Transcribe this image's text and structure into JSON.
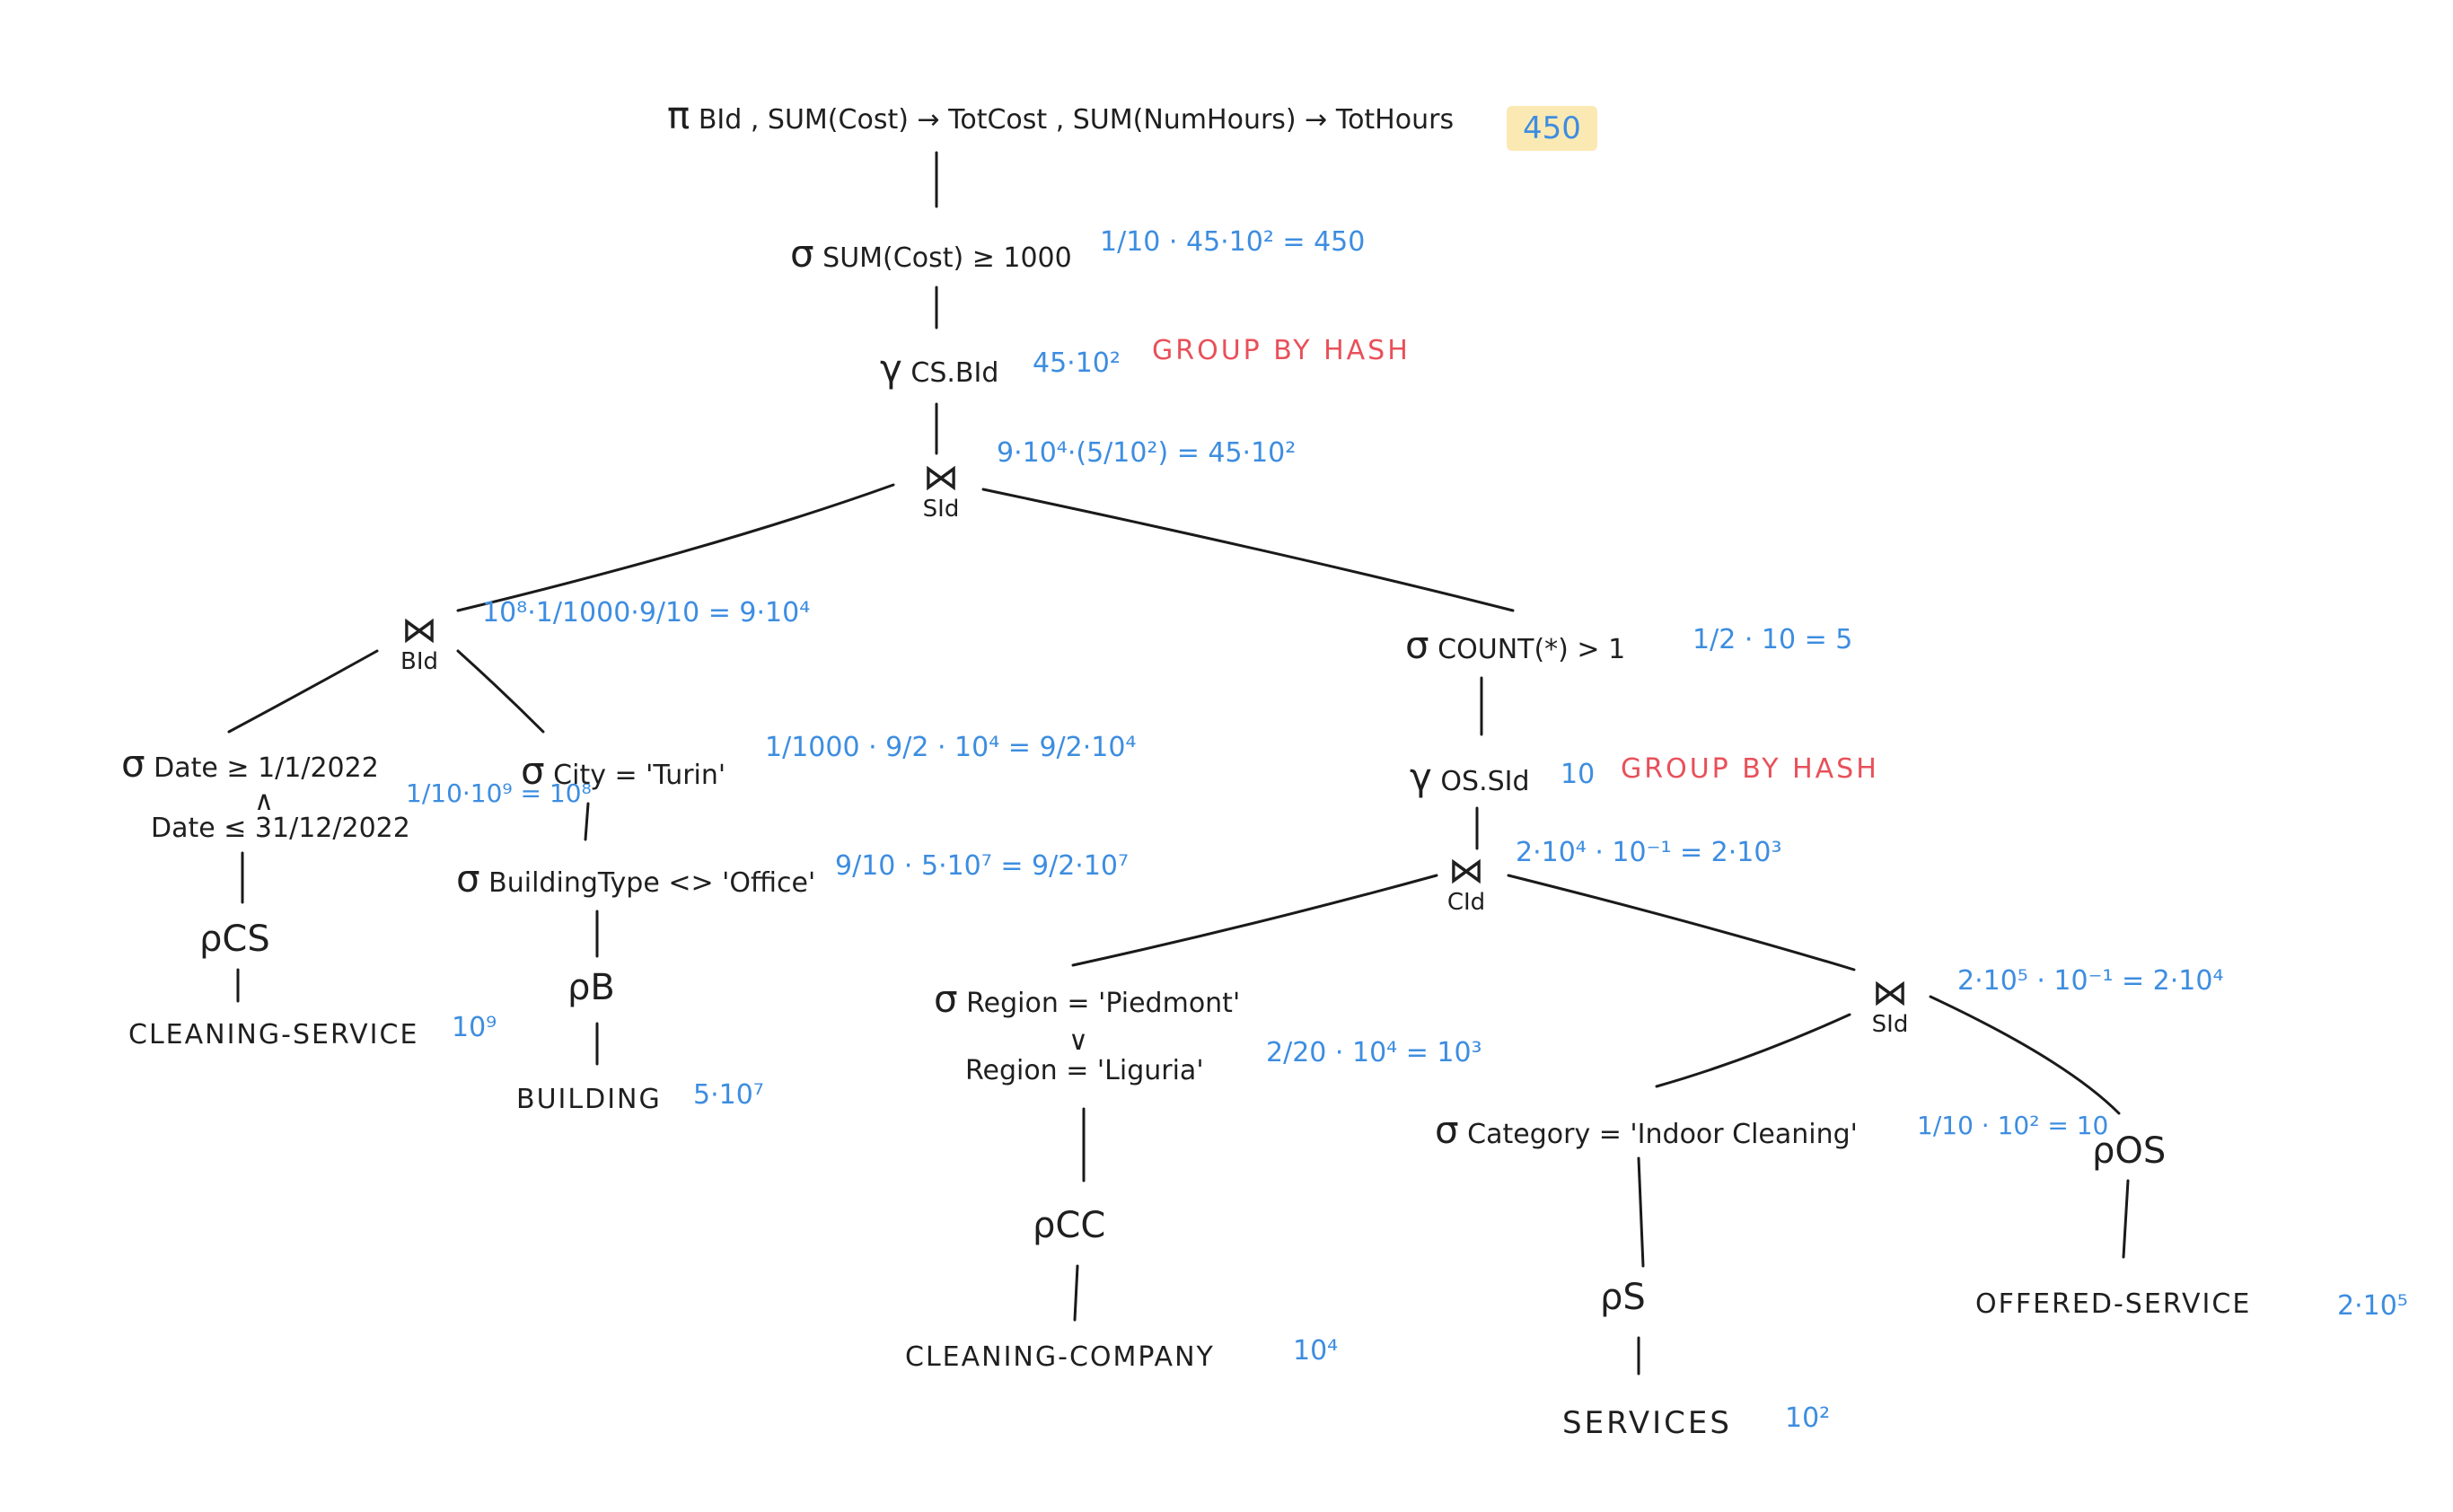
{
  "nodes": {
    "projection": {
      "symbol": "π",
      "label": "BId , SUM(Cost) → TotCost , SUM(NumHours) → TotHours",
      "card": "450"
    },
    "having": {
      "symbol": "σ",
      "label": "SUM(Cost) ≥ 1000",
      "card": "1/10 · 45·10² = 450"
    },
    "groupby_cs": {
      "symbol": "γ",
      "label": "CS.BId",
      "card": "45·10²",
      "method": "GROUP BY HASH"
    },
    "join_sid": {
      "symbol": "⋈",
      "attr": "SId",
      "card": "9·10⁴·(5/10²) = 45·10²"
    },
    "join_bid": {
      "symbol": "⋈",
      "attr": "BId",
      "card": "10⁸·1/1000·9/10 = 9·10⁴"
    },
    "sel_date": {
      "symbol": "σ",
      "line1": "Date ≥ 1/1/2022",
      "and": "∧",
      "line2": "Date ≤ 31/12/2022",
      "card": "1/10·10⁹ = 10⁸"
    },
    "proj_cs": {
      "symbol": "ρ",
      "label": "CS"
    },
    "cleaning_service": {
      "label": "CLEANING-SERVICE",
      "card": "10⁹"
    },
    "sel_city": {
      "symbol": "σ",
      "label": "City = 'Turin'",
      "card": "1/1000 · 9/2 · 10⁴ = 9/2·10⁴"
    },
    "sel_btype": {
      "symbol": "σ",
      "label": "BuildingType <> 'Office'",
      "card": "9/10 · 5·10⁷ = 9/2·10⁷"
    },
    "proj_b": {
      "symbol": "ρ",
      "label": "B"
    },
    "building": {
      "label": "BUILDING",
      "card": "5·10⁷"
    },
    "sel_count": {
      "symbol": "σ",
      "label": "COUNT(*) > 1",
      "card": "1/2 · 10 = 5"
    },
    "groupby_os": {
      "symbol": "γ",
      "label": "OS.SId",
      "card": "10",
      "method": "GROUP BY HASH"
    },
    "join_cid": {
      "symbol": "⋈",
      "attr": "CId",
      "card": "2·10⁴ · 10⁻¹ = 2·10³"
    },
    "sel_region": {
      "symbol": "σ",
      "line1": "Region = 'Piedmont'",
      "or": "∨",
      "line2": "Region = 'Liguria'",
      "card": "2/20 · 10⁴ = 10³"
    },
    "proj_cc": {
      "symbol": "ρ",
      "label": "CC"
    },
    "cleaning_company": {
      "label": "CLEANING-COMPANY",
      "card": "10⁴"
    },
    "join_sid2": {
      "symbol": "⋈",
      "attr": "SId",
      "card": "2·10⁵ · 10⁻¹ = 2·10⁴"
    },
    "sel_category": {
      "symbol": "σ",
      "label": "Category = 'Indoor Cleaning'",
      "card": "1/10 · 10² = 10"
    },
    "proj_s": {
      "symbol": "ρ",
      "label": "S"
    },
    "services": {
      "label": "SERVICES",
      "card": "10²"
    },
    "proj_os": {
      "symbol": "ρ",
      "label": "OS"
    },
    "offered_service": {
      "label": "OFFERED-SERVICE",
      "card": "2·10⁵"
    }
  },
  "colors": {
    "ink": "#1f1f1f",
    "blue": "#3d8de0",
    "red": "#e8505a",
    "highlight": "#fbe9b4"
  }
}
